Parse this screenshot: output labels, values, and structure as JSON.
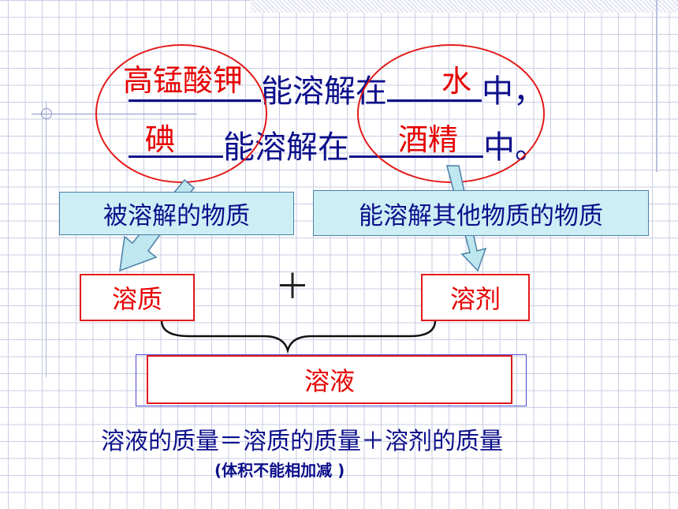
{
  "line1": {
    "solute_answer": "高锰酸钾",
    "middle_text": "能溶解在",
    "solvent_answer": "水",
    "tail_text": "中，"
  },
  "line2": {
    "solute_answer": "碘",
    "middle_text": "能溶解在",
    "solvent_answer": "酒精",
    "tail_text": "中。"
  },
  "left_box": "被溶解的物质",
  "right_box": "能溶解其他物质的物质",
  "solute_label": "溶质",
  "plus_sign": "＋",
  "solvent_label": "溶剂",
  "solution_label": "溶液",
  "formula": "溶液的质量＝溶质的质量＋溶剂的质量",
  "note": "(体积不能相加减 )",
  "colors": {
    "text_blue": "#0c0f8a",
    "answer_red": "#e60000",
    "box_fill": "#cdeef5",
    "arrow_fill": "#bfe7f0"
  }
}
